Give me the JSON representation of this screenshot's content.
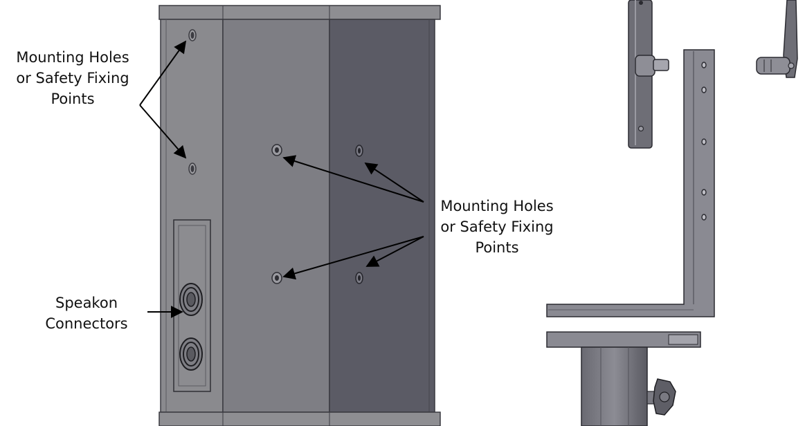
{
  "callouts": {
    "left_mounting": [
      "Mounting Holes",
      "or Safety Fixing",
      "Points"
    ],
    "right_mounting": [
      "Mounting Holes",
      "or Safety Fixing",
      "Points"
    ],
    "speakon": [
      "Speakon",
      "Connectors"
    ]
  },
  "colors": {
    "cabinet_left_panel": "#8a8a8e",
    "cabinet_mid_panel": "#7e7e84",
    "cabinet_right_panel": "#5b5b65",
    "outline": "#3a3a40",
    "hole": "#3c3c42",
    "bracket": "#6e6e76",
    "arrow": "#000000"
  }
}
